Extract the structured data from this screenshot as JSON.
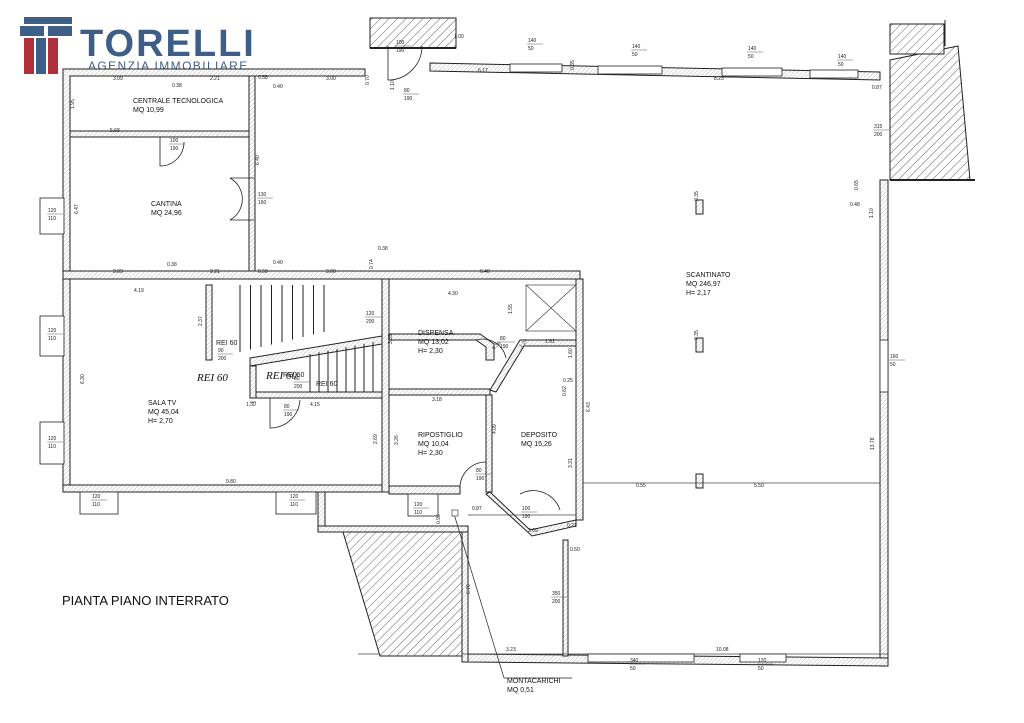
{
  "logo": {
    "name": "TORELLI",
    "tagline": "AGENZIA IMMOBILIARE",
    "colors": {
      "blue": "#3d5e87",
      "red": "#b0303a"
    }
  },
  "plan": {
    "title": "PIANTA PIANO INTERRATO",
    "rooms": [
      {
        "id": "centrale",
        "name": "CENTRALE TECNOLOGICA",
        "area": "MQ 10,99",
        "height": ""
      },
      {
        "id": "cantina",
        "name": "CANTINA",
        "area": "MQ 24,96",
        "height": ""
      },
      {
        "id": "scantinato",
        "name": "SCANTINATO",
        "area": "MQ 246,97",
        "height": "H= 2,17"
      },
      {
        "id": "dispensa",
        "name": "DISPENSA",
        "area": "MQ 13,02",
        "height": "H= 2,30"
      },
      {
        "id": "sala-tv",
        "name": "SALA TV",
        "area": "MQ 45,04",
        "height": "H= 2,70"
      },
      {
        "id": "ripostiglio",
        "name": "RIPOSTIGLIO",
        "area": "MQ 10,04",
        "height": "H= 2,30"
      },
      {
        "id": "deposito",
        "name": "DEPOSITO",
        "area": "MQ 15,26",
        "height": ""
      },
      {
        "id": "montacarichi",
        "name": "MONTACARICHI",
        "area": "MQ 0,51",
        "height": ""
      }
    ],
    "fire_labels": [
      "REI 60",
      "REI 60",
      "REI 60",
      "REI 60",
      "REI 60"
    ],
    "dimensions": [
      "3.09",
      "0.38",
      "2.21",
      "0.58",
      "3.00",
      "0.40",
      "0.70",
      "6.17",
      "0.35",
      "8.23",
      "0.87",
      "5.68",
      "6.40",
      "1.95",
      "3.09",
      "0.38",
      "2.21",
      "0.58",
      "0.40",
      "3.00",
      "0.74",
      "6.40",
      "0.38",
      "4.19",
      "4.30",
      "2.37",
      "1.55",
      "3.35",
      "1.91",
      "1.60",
      "0.25",
      "0.62",
      "6.43",
      "1.30",
      "4.15",
      "3.18",
      "4.09",
      "3.26",
      "2.69",
      "9.80",
      "3.31",
      "0.21",
      "0.50",
      "0.87",
      "2.69",
      "0.96",
      "6.76",
      "3.23",
      "10.08",
      "5.50",
      "0.55",
      "13.78",
      "1.10",
      "0.48",
      "0.65",
      "6.30",
      "6.47",
      "1.10",
      "0.35",
      "0.35",
      "1.27",
      "0.36"
    ],
    "openings": [
      {
        "w": "120",
        "h": "110"
      },
      {
        "w": "120",
        "h": "110"
      },
      {
        "w": "120",
        "h": "110"
      },
      {
        "w": "120",
        "h": "110"
      },
      {
        "w": "120",
        "h": "110"
      },
      {
        "w": "120",
        "h": "110"
      },
      {
        "w": "140",
        "h": "50"
      },
      {
        "w": "140",
        "h": "50"
      },
      {
        "w": "140",
        "h": "50"
      },
      {
        "w": "140",
        "h": "50"
      },
      {
        "w": "160",
        "h": "50"
      },
      {
        "w": "340",
        "h": "50"
      },
      {
        "w": "120",
        "h": "50"
      },
      {
        "w": "315",
        "h": "200"
      },
      {
        "w": "350",
        "h": "200"
      },
      {
        "w": "120",
        "h": "200"
      },
      {
        "w": "130",
        "h": "160"
      },
      {
        "w": "100",
        "h": "190"
      },
      {
        "w": "80",
        "h": "190"
      },
      {
        "w": "80",
        "h": "190"
      },
      {
        "w": "90",
        "h": "200"
      },
      {
        "w": "80",
        "h": "200"
      },
      {
        "w": "100",
        "h": "190"
      },
      {
        "w": "80",
        "h": "190"
      },
      {
        "w": "80",
        "h": "190"
      },
      {
        "w": "100",
        "h": "190"
      },
      {
        "w": "1.00",
        "h": ""
      }
    ]
  }
}
